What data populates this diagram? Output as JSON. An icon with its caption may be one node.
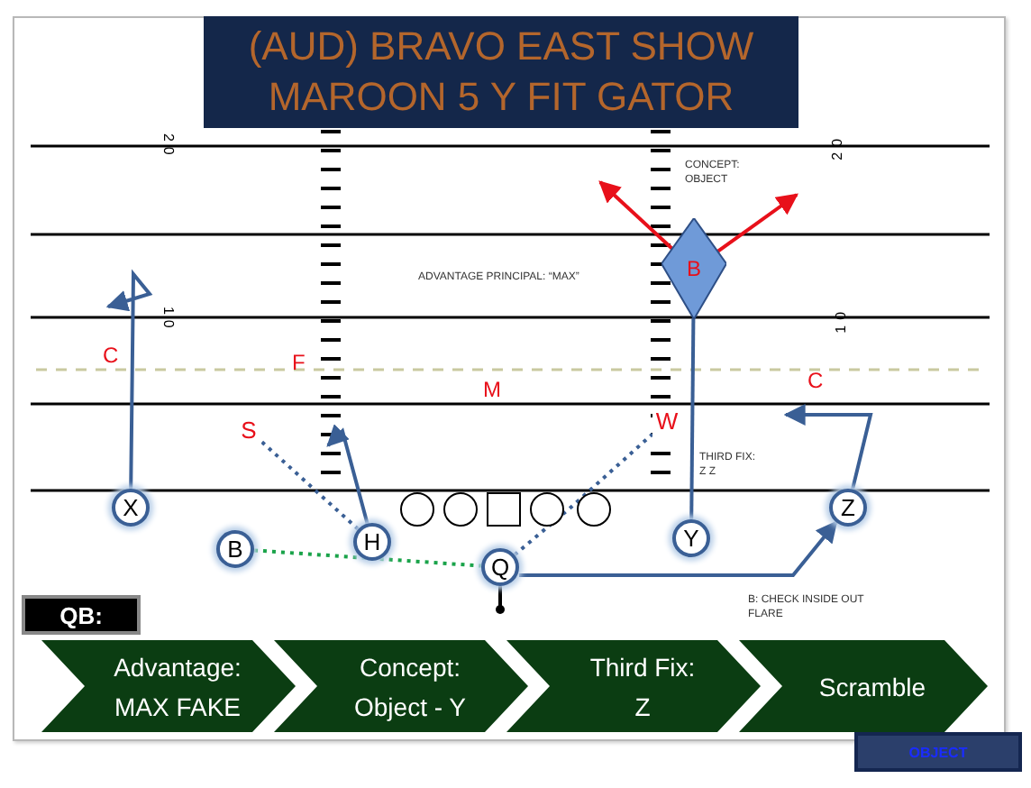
{
  "diagram": {
    "title": "(AUD) BRAVO EAST SHOW MAROON 5 Y FIT GATOR",
    "nodes": [
      {
        "text": [
          "X"
        ]
      },
      {
        "text": [
          "H"
        ]
      },
      {
        "text": [
          "B"
        ]
      },
      {
        "text": [
          "Q"
        ]
      },
      {
        "text": [
          "Y"
        ]
      },
      {
        "text": [
          "Z"
        ]
      },
      {
        "text": [],
        "shape": "circle"
      },
      {
        "text": [],
        "shape": "circle"
      },
      {
        "text": [],
        "shape": "box"
      },
      {
        "text": [],
        "shape": "circle"
      },
      {
        "text": [],
        "shape": "circle"
      },
      {
        "text": [
          "B"
        ]
      },
      {
        "text": [
          "S"
        ]
      },
      {
        "text": [
          "W"
        ]
      },
      {
        "text": [
          "QB:"
        ]
      },
      {
        "text": [
          "Advantage:",
          "MAX FAKE"
        ]
      },
      {
        "text": [
          "Concept:",
          "Object - Y"
        ]
      },
      {
        "text": [
          "Third Fix:",
          "Z"
        ]
      },
      {
        "text": [
          "Scramble"
        ]
      },
      {
        "text": [
          "OBJECT"
        ]
      }
    ],
    "edges": [
      {
        "from": 0,
        "to": null,
        "arrow": "to"
      },
      {
        "from": 1,
        "to": null,
        "arrow": "to"
      },
      {
        "from": 1,
        "to": 12,
        "arrow": "none",
        "style": "dashed"
      },
      {
        "from": 2,
        "to": 3,
        "arrow": "none",
        "style": "dashed",
        "color": "#1aa34a"
      },
      {
        "from": 3,
        "to": 5,
        "arrow": "to"
      },
      {
        "from": 3,
        "to": 13,
        "arrow": "none",
        "style": "dashed"
      },
      {
        "from": 4,
        "to": 11,
        "arrow": "none"
      },
      {
        "from": 5,
        "to": null,
        "arrow": "to"
      },
      {
        "from": 11,
        "to": null,
        "arrow": "to",
        "color": "#e8101a"
      },
      {
        "from": 11,
        "to": null,
        "arrow": "to",
        "color": "#e8101a"
      }
    ],
    "labels": [
      "20",
      "20",
      "CONCEPT: OBJECT",
      "ADVANTAGE PRINCIPAL: “MAX”",
      "10",
      "10",
      "C",
      "F",
      "C",
      "M",
      "THIRD FIX: Z Z",
      "B: CHECK INSIDE OUT FLARE"
    ]
  }
}
